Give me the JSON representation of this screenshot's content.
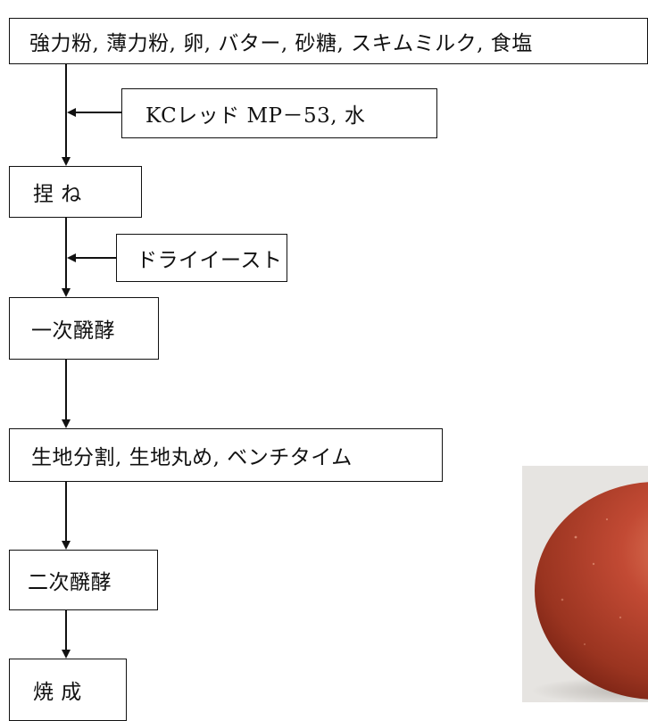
{
  "flowchart": {
    "steps": {
      "ingredients": "強力粉, 薄力粉, 卵, バター, 砂糖, スキムミルク, 食塩",
      "kc_additive": "KCレッド MP－53, 水",
      "knead": "捏 ね",
      "yeast": "ドライイースト",
      "first_fermentation": "一次醗酵",
      "divide_round_bench": "生地分割, 生地丸め, ベンチタイム",
      "second_fermentation": "二次醗酵",
      "bake": "焼 成"
    }
  },
  "photo": {
    "subject": "red-tinted bread roll",
    "colors": {
      "background": "#e6e4e1",
      "bread": "#c24a34",
      "highlight": "#e07a5a",
      "shadow": "#7a2314"
    }
  },
  "colors": {
    "line": "#111111",
    "box_border": "#111111",
    "text": "#111111",
    "page_background": "#ffffff"
  }
}
